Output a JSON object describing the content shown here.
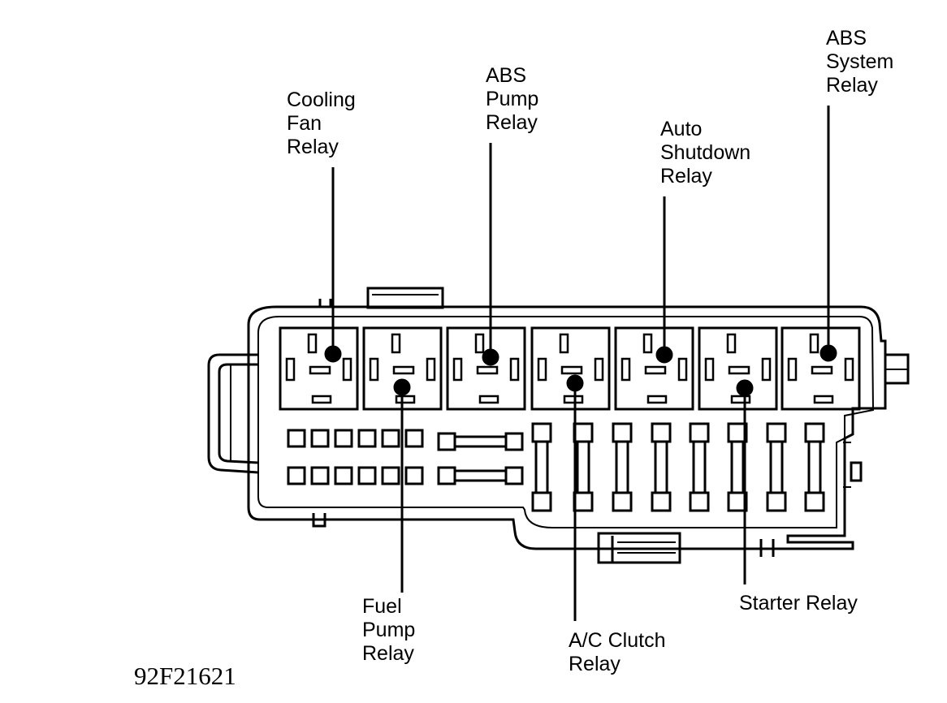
{
  "labels": {
    "cooling_fan_relay": "Cooling\nFan\nRelay",
    "abs_pump_relay": "ABS\nPump\nRelay",
    "auto_shutdown_relay": "Auto\nShutdown\nRelay",
    "abs_system_relay": "ABS\nSystem\nRelay",
    "fuel_pump_relay": "Fuel\nPump\nRelay",
    "ac_clutch_relay": "A/C Clutch\nRelay",
    "starter_relay": "Starter Relay"
  },
  "figure_code": "92F21621",
  "colors": {
    "line": "#000000",
    "background": "#ffffff"
  }
}
